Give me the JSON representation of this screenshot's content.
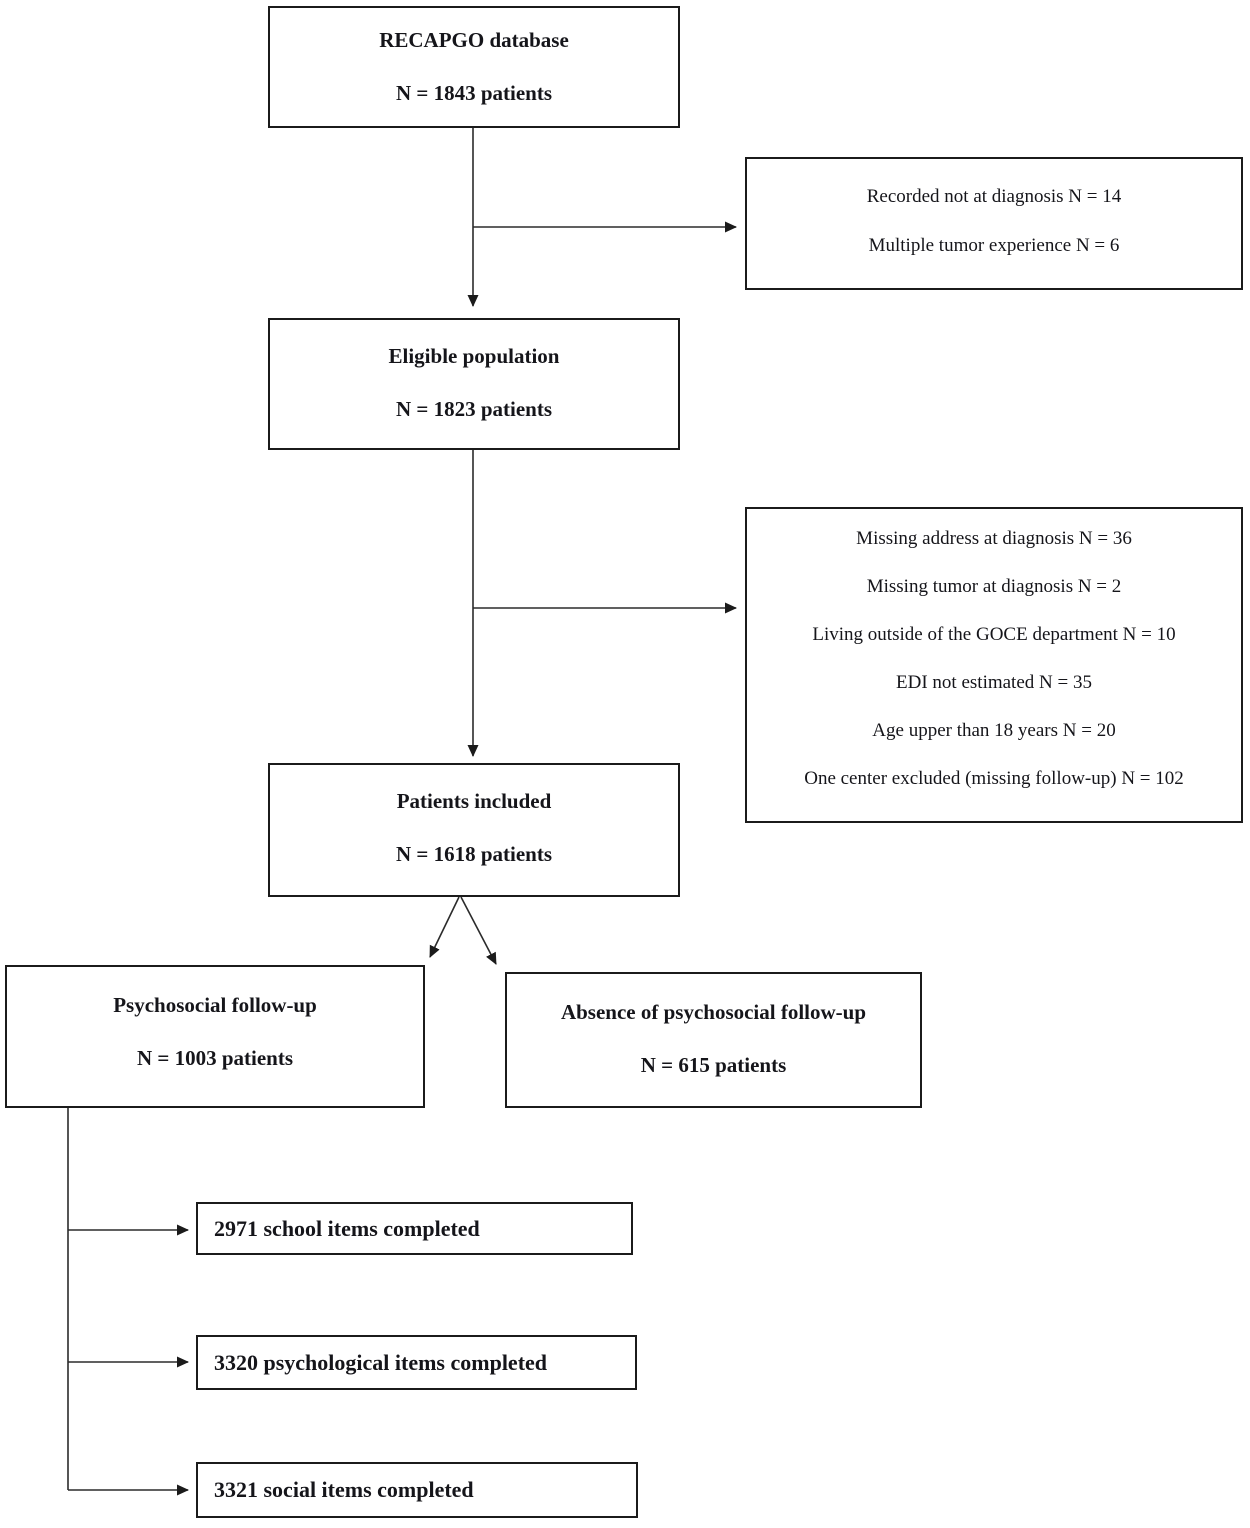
{
  "diagram": {
    "boxes": {
      "recapgo": {
        "title": "RECAPGO database",
        "n": "N = 1843 patients"
      },
      "eligible": {
        "title": "Eligible population",
        "n": "N = 1823 patients"
      },
      "included": {
        "title": "Patients included",
        "n": "N = 1618 patients"
      },
      "followup": {
        "title": "Psychosocial follow-up",
        "n": "N = 1003 patients"
      },
      "no_followup": {
        "title": "Absence of psychosocial follow-up",
        "n": "N = 615 patients"
      },
      "exclusion1": {
        "lines": [
          "Recorded not at diagnosis N = 14",
          "Multiple tumor experience N = 6"
        ]
      },
      "exclusion2": {
        "lines": [
          "Missing address at diagnosis N = 36",
          "Missing tumor at diagnosis N = 2",
          "Living outside of the GOCE department N = 10",
          "EDI not estimated N = 35",
          "Age upper than 18 years N = 20",
          "One center excluded (missing follow-up) N = 102"
        ]
      },
      "items_school": {
        "label": "2971 school items completed"
      },
      "items_psych": {
        "label": "3320 psychological items completed"
      },
      "items_social": {
        "label": "3321 social items completed"
      }
    }
  }
}
